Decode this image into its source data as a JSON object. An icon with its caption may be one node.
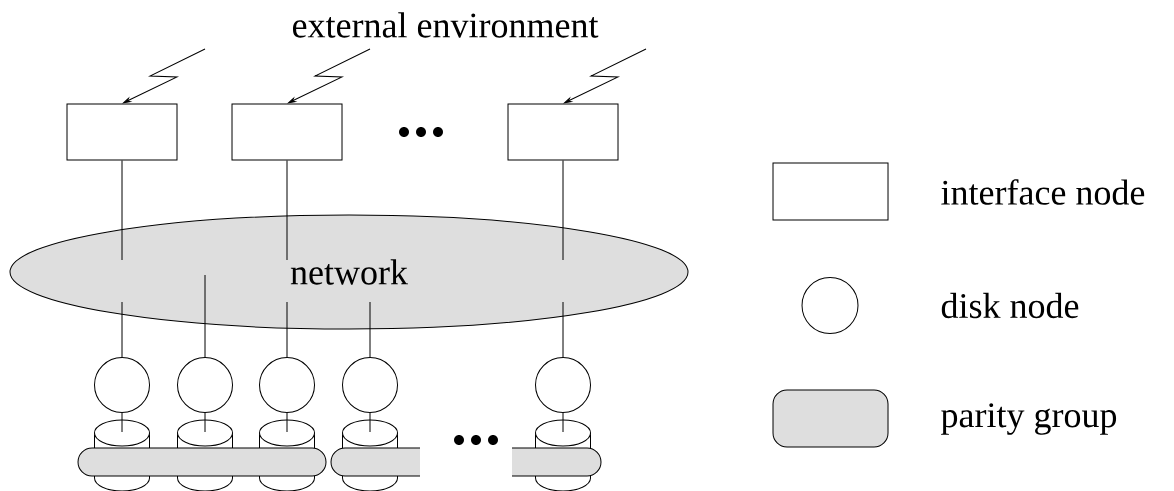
{
  "diagram": {
    "nodes": [
      {
        "text": [],
        "shape": "box"
      },
      {
        "text": [],
        "shape": "box"
      },
      {
        "text": [],
        "shape": "box"
      },
      {
        "text": [
          "network"
        ]
      },
      {
        "text": [],
        "shape": "circle"
      },
      {
        "text": [],
        "shape": "circle"
      },
      {
        "text": [],
        "shape": "circle"
      },
      {
        "text": [],
        "shape": "circle"
      },
      {
        "text": [],
        "shape": "circle"
      },
      {
        "text": [],
        "shape": "cylinder"
      },
      {
        "text": [],
        "shape": "cylinder"
      },
      {
        "text": [],
        "shape": "cylinder"
      },
      {
        "text": [],
        "shape": "cylinder"
      },
      {
        "text": [],
        "shape": "cylinder"
      },
      {
        "text": [],
        "shape": "bar"
      },
      {
        "text": [],
        "shape": "bar"
      },
      {
        "text": [],
        "shape": "bar"
      }
    ],
    "edges": [
      {
        "from": null,
        "to": 0,
        "arrow": "to"
      },
      {
        "from": null,
        "to": 1,
        "arrow": "to"
      },
      {
        "from": null,
        "to": 2,
        "arrow": "to"
      },
      {
        "from": 0,
        "to": 3,
        "arrow": "none"
      },
      {
        "from": 1,
        "to": 3,
        "arrow": "none"
      },
      {
        "from": 2,
        "to": 3,
        "arrow": "none"
      },
      {
        "from": 3,
        "to": 4,
        "arrow": "none"
      },
      {
        "from": 3,
        "to": 5,
        "arrow": "none"
      },
      {
        "from": 3,
        "to": 6,
        "arrow": "none"
      },
      {
        "from": 3,
        "to": 7,
        "arrow": "none"
      },
      {
        "from": 3,
        "to": 8,
        "arrow": "none"
      },
      {
        "from": 4,
        "to": 9,
        "arrow": "none"
      },
      {
        "from": 5,
        "to": 10,
        "arrow": "none"
      },
      {
        "from": 6,
        "to": 11,
        "arrow": "none"
      },
      {
        "from": 7,
        "to": 12,
        "arrow": "none"
      },
      {
        "from": 8,
        "to": 13,
        "arrow": "none"
      }
    ],
    "labels": [
      "external environment"
    ],
    "legend": [
      {
        "text": "interface node"
      },
      {
        "text": "disk node"
      },
      {
        "text": "parity group"
      }
    ]
  }
}
